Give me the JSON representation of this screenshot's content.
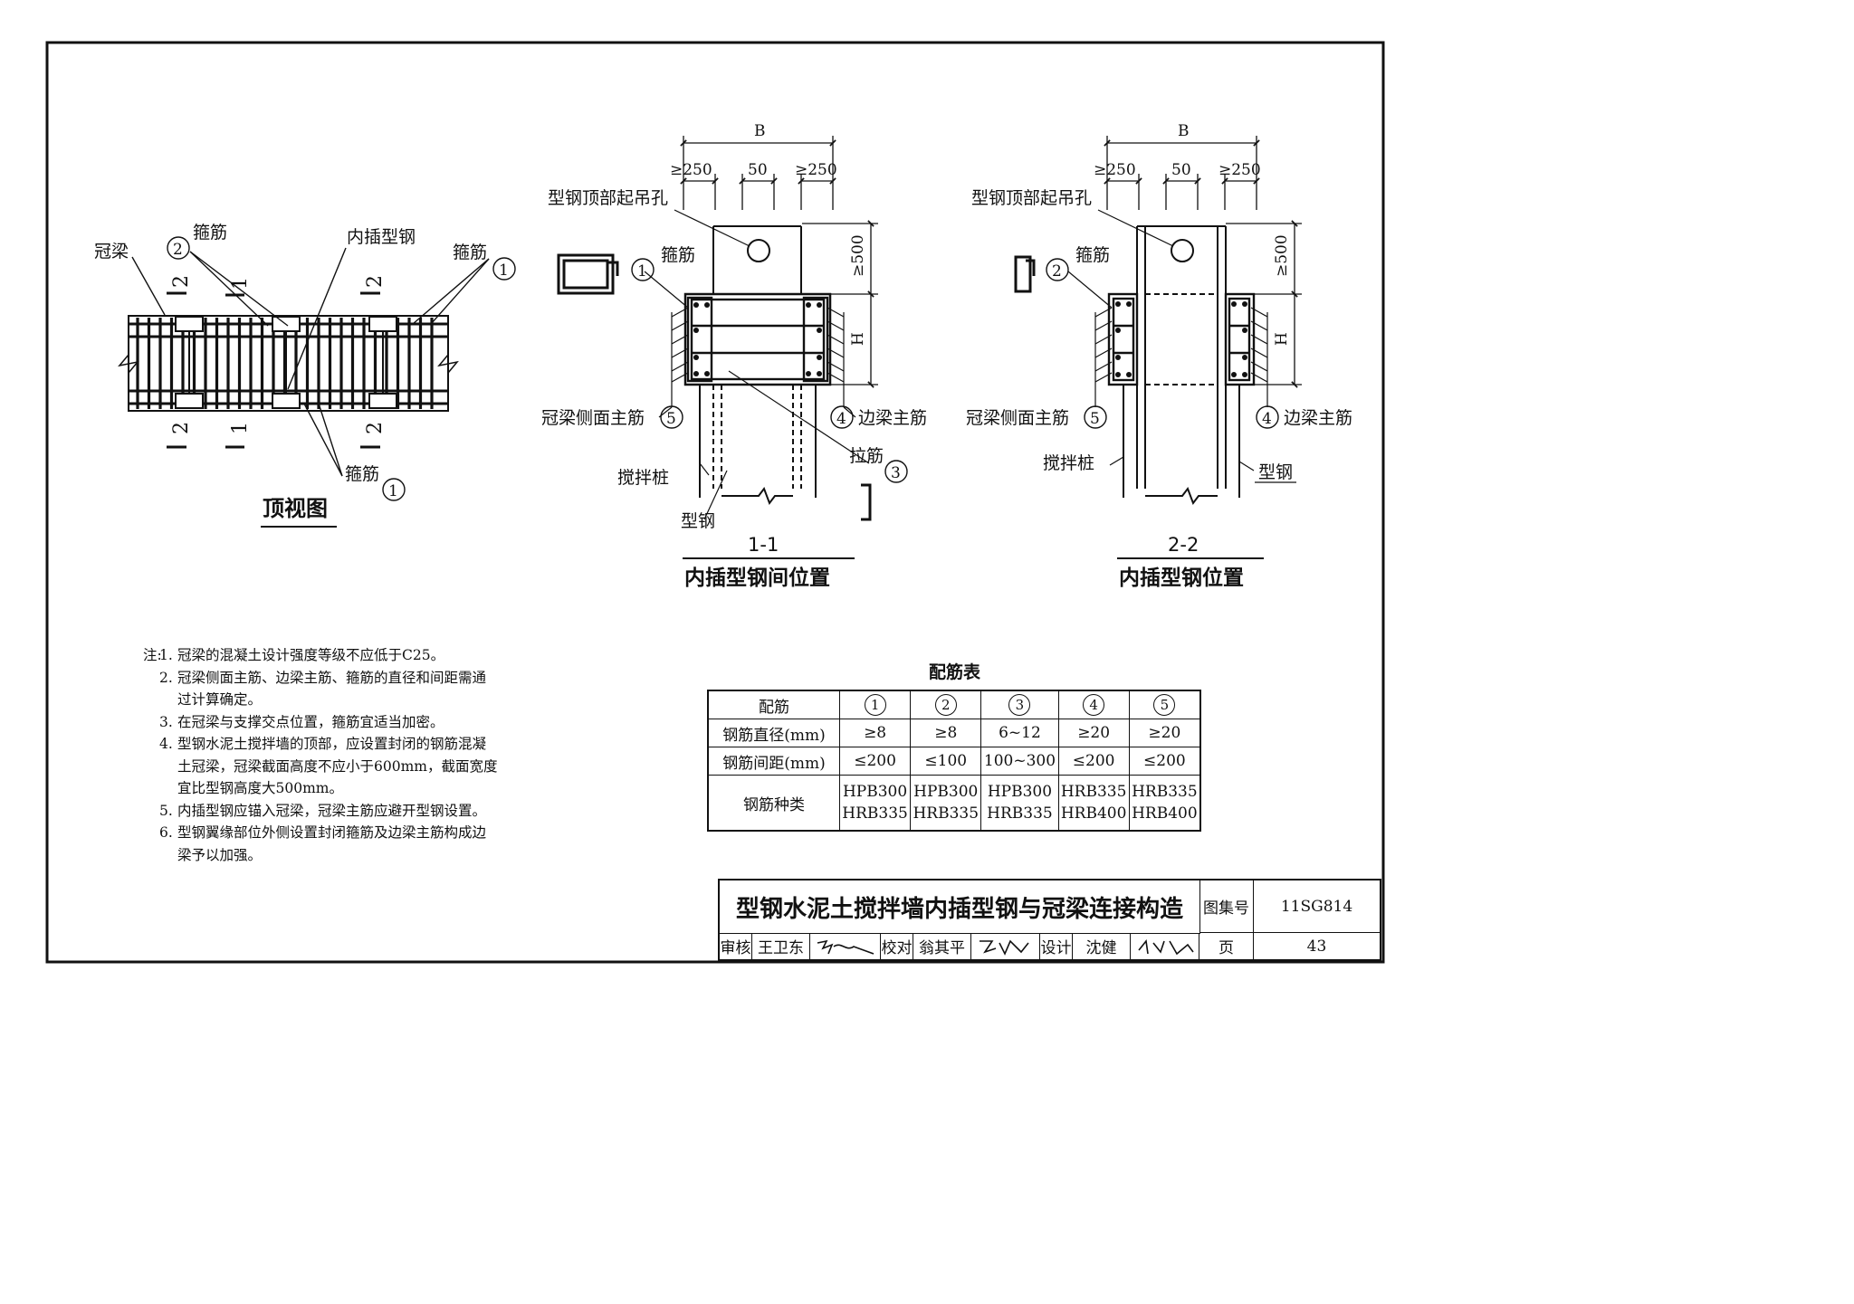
{
  "top_view": {
    "title": "顶视图",
    "label_crown_beam": "冠梁",
    "label_stirrup_2": "箍筋",
    "label_inserted_steel": "内插型钢",
    "label_stirrup_1_top": "箍筋",
    "label_stirrup_1_bottom": "箍筋",
    "section_2": "2",
    "section_1": "1",
    "num_1": "1",
    "num_2": "2"
  },
  "section_1_1": {
    "label": "1-1",
    "caption": "内插型钢间位置",
    "dim_B": "B",
    "dim_left": "≥250",
    "dim_mid": "50",
    "dim_right": "≥250",
    "dim_500": "≥500",
    "dim_H": "H",
    "label_lift_hole": "型钢顶部起吊孔",
    "label_stirrup": "箍筋",
    "label_crown_side_bar": "冠梁侧面主筋",
    "label_edge_beam_bar": "边梁主筋",
    "label_tie_bar": "拉筋",
    "label_mixing_pile": "搅拌桩",
    "label_steel": "型钢",
    "num_1": "1",
    "num_3": "3",
    "num_4": "4",
    "num_5": "5"
  },
  "section_2_2": {
    "label": "2-2",
    "caption": "内插型钢位置",
    "dim_B": "B",
    "dim_left": "≥250",
    "dim_mid": "50",
    "dim_right": "≥250",
    "dim_500": "≥500",
    "dim_H": "H",
    "label_lift_hole": "型钢顶部起吊孔",
    "label_stirrup": "箍筋",
    "label_crown_side_bar": "冠梁侧面主筋",
    "label_edge_beam_bar": "边梁主筋",
    "label_mixing_pile": "搅拌桩",
    "label_steel": "型钢",
    "num_2": "2",
    "num_4": "4",
    "num_5": "5"
  },
  "notes": {
    "head": "注:",
    "items": [
      {
        "no": "1.",
        "lines": [
          "冠梁的混凝土设计强度等级不应低于C25。"
        ]
      },
      {
        "no": "2.",
        "lines": [
          "冠梁侧面主筋、边梁主筋、箍筋的直径和间距需通",
          "过计算确定。"
        ]
      },
      {
        "no": "3.",
        "lines": [
          "在冠梁与支撑交点位置，箍筋宜适当加密。"
        ]
      },
      {
        "no": "4.",
        "lines": [
          "型钢水泥土搅拌墙的顶部，应设置封闭的钢筋混凝",
          "土冠梁，冠梁截面高度不应小于600mm，截面宽度",
          "宜比型钢高度大500mm。"
        ]
      },
      {
        "no": "5.",
        "lines": [
          "内插型钢应锚入冠梁，冠梁主筋应避开型钢设置。"
        ]
      },
      {
        "no": "6.",
        "lines": [
          "型钢翼缘部位外侧设置封闭箍筋及边梁主筋构成边",
          "梁予以加强。"
        ]
      }
    ]
  },
  "rebar_table": {
    "title": "配筋表",
    "header_label": "配筋",
    "columns": [
      "1",
      "2",
      "3",
      "4",
      "5"
    ],
    "rows": [
      {
        "label": "钢筋直径(mm)",
        "values": [
          "≥8",
          "≥8",
          "6~12",
          "≥20",
          "≥20"
        ]
      },
      {
        "label": "钢筋间距(mm)",
        "values": [
          "≤200",
          "≤100",
          "100~300",
          "≤200",
          "≤200"
        ]
      },
      {
        "label": "钢筋种类",
        "values": [
          [
            "HPB300",
            "HRB335"
          ],
          [
            "HPB300",
            "HRB335"
          ],
          [
            "HPB300",
            "HRB335"
          ],
          [
            "HRB335",
            "HRB400"
          ],
          [
            "HRB335",
            "HRB400"
          ]
        ]
      }
    ]
  },
  "title_block": {
    "title": "型钢水泥土搅拌墙内插型钢与冠梁连接构造",
    "atlas_label": "图集号",
    "atlas_no": "11SG814",
    "review_label": "审核",
    "reviewer": "王卫东",
    "check_label": "校对",
    "checker": "翁其平",
    "design_label": "设计",
    "designer": "沈健",
    "page_label": "页",
    "page_no": "43"
  }
}
